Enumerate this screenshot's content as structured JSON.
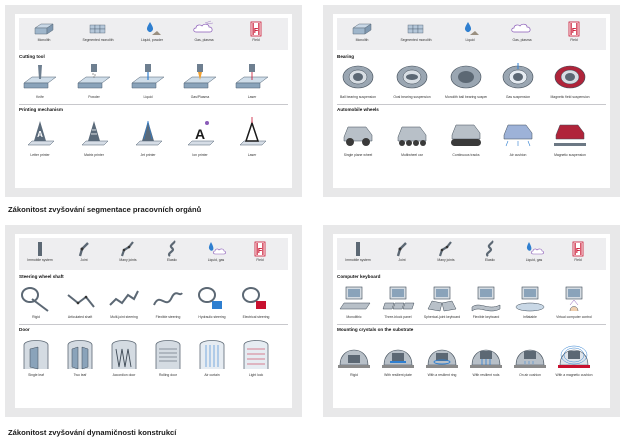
{
  "captions": {
    "segmentation": "Zákonitost zvyšování segmentace pracovních orgánů",
    "dynamics": "Zákonitost zvyšování dynamičnosti konstrukcí"
  },
  "panel_tl": {
    "header": [
      "Monolith",
      "Segmented monolith",
      "Liquid, powder",
      "Gas, plasma",
      "Field"
    ],
    "sections": [
      {
        "title": "Cutting tool",
        "items": [
          "Knife",
          "Powder",
          "Liquid",
          "Gas/Plasma",
          "Laser"
        ]
      },
      {
        "title": "Printing mechanism",
        "items": [
          "Letter printer",
          "Matrix printer",
          "Jet printer",
          "Ion printer",
          "Laser"
        ]
      }
    ]
  },
  "panel_tr": {
    "header": [
      "Monolith",
      "Segmented monolith",
      "Liquid",
      "Gas, plasma",
      "Field"
    ],
    "sections": [
      {
        "title": "Bearing",
        "items": [
          "Ball bearing suspension",
          "Oval bearing suspension",
          "Monolith ball bearing suspension",
          "Gas suspension",
          "Magnetic field suspension"
        ]
      },
      {
        "title": "Automobile wheels",
        "items": [
          "Single plane wheel",
          "Multiwheel car",
          "Continuous tracks",
          "Air cushion",
          "Magnetic suspension"
        ]
      }
    ]
  },
  "panel_bl": {
    "header": [
      "Immobile system",
      "Joint",
      "Many joints",
      "Elastic",
      "Liquid, gas",
      "Field"
    ],
    "sections": [
      {
        "title": "Steering wheel shaft",
        "items": [
          "Rigid",
          "Articulated shaft",
          "Multi-joint steering",
          "Flexible steering",
          "Hydraulic steering",
          "Electrical steering"
        ]
      },
      {
        "title": "Door",
        "items": [
          "Single leaf",
          "Two leaf",
          "Accordion door",
          "Rolling door",
          "Air curtain",
          "Light lock"
        ]
      }
    ]
  },
  "panel_br": {
    "header": [
      "Immobile system",
      "Joint",
      "Many joints",
      "Elastic",
      "Liquid, gas",
      "Field"
    ],
    "sections": [
      {
        "title": "Computer keyboard",
        "items": [
          "Monolithic",
          "Three-block panel",
          "Spherical-joint keyboard",
          "Flexible keyboard",
          "Inflatable",
          "Virtual computer control"
        ]
      },
      {
        "title": "Mounting crystals on the substrate",
        "items": [
          "Rigid",
          "With resilient plate",
          "With a resilient ring",
          "With resilient rods",
          "On air cushion",
          "With a magnetic cushion"
        ]
      }
    ]
  },
  "colors": {
    "panel_bg": "#e8e8e9",
    "header_bg": "#eeeef0",
    "field_red": "#c8102e",
    "water_blue": "#2f7fd0"
  }
}
